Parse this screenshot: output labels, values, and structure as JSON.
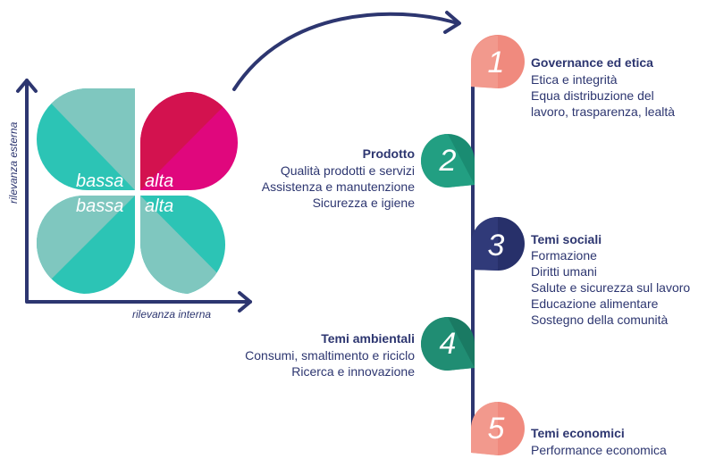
{
  "matrix": {
    "y_axis_label": "rilevanza esterna",
    "x_axis_label": "rilevanza interna",
    "top_left_label": "bassa",
    "top_right_label": "alta",
    "bottom_left_label": "bassa",
    "bottom_right_label": "alta"
  },
  "colors": {
    "navy": "#2d3670",
    "teal_light": "#7fc7bf",
    "teal": "#2cc4b5",
    "magenta": "#e0077d",
    "crimson": "#d3124f",
    "salmon": "#f08a7e",
    "green": "#1a8c72",
    "navy_drop": "#27306a"
  },
  "topics": [
    {
      "number": "1",
      "title": "Governance ed etica",
      "items": [
        "Etica e integrità",
        "Equa distribuzione del",
        "lavoro, trasparenza, lealtà"
      ]
    },
    {
      "number": "2",
      "title": "Prodotto",
      "items": [
        "Qualità prodotti e servizi",
        "Assistenza e manutenzione",
        "Sicurezza e igiene"
      ]
    },
    {
      "number": "3",
      "title": "Temi sociali",
      "items": [
        "Formazione",
        "Diritti umani",
        "Salute e sicurezza sul lavoro",
        "Educazione alimentare",
        "Sostegno della comunità"
      ]
    },
    {
      "number": "4",
      "title": "Temi ambientali",
      "items": [
        "Consumi, smaltimento e riciclo",
        "Ricerca e innovazione"
      ]
    },
    {
      "number": "5",
      "title": "Temi economici",
      "items": [
        "Performance economica"
      ]
    }
  ]
}
